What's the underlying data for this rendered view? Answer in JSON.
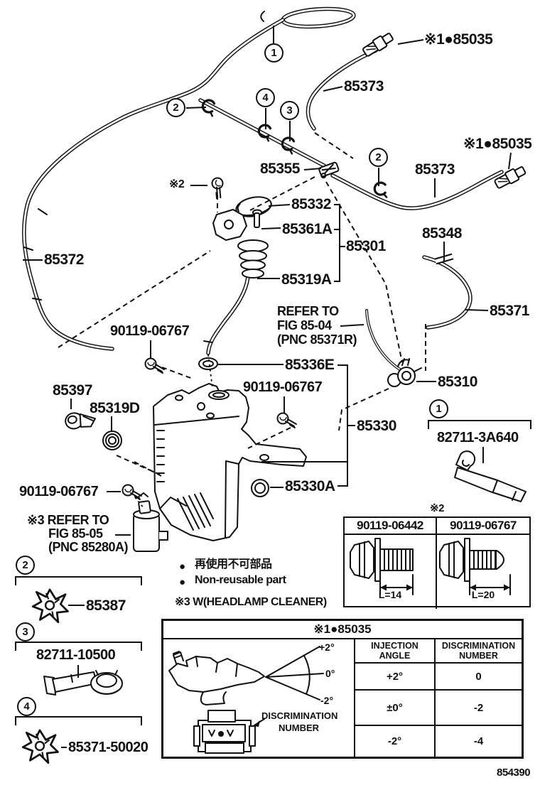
{
  "figure": {
    "code": "854390"
  },
  "callouts": {
    "c1": "1",
    "c2": "2",
    "c3": "3",
    "c4": "4"
  },
  "parts": {
    "p85035": "※1●85035",
    "p85373": "85373",
    "p85355": "85355",
    "p85332": "85332",
    "p85361A": "85361A",
    "p85301": "85301",
    "p85348": "85348",
    "p85319A": "85319A",
    "p85372": "85372",
    "p85371": "85371",
    "p90119_06767": "90119-06767",
    "p85336E": "85336E",
    "p85310": "85310",
    "p85397": "85397",
    "p85319D": "85319D",
    "p85330": "85330",
    "p85330A": "85330A",
    "p82711_3A640": "82711-3A640",
    "p85387": "85387",
    "p82711_10500": "82711-10500",
    "p85371_50020": "85371-50020",
    "marker2": "※2"
  },
  "references": {
    "fig8504": {
      "line1": "REFER TO",
      "line2": "FIG 85-04",
      "line3": "(PNC 85371R)"
    },
    "fig8505": {
      "line1": "※3 REFER TO",
      "line2": "FIG 85-05",
      "line3": "(PNC 85280A)"
    }
  },
  "legend": {
    "bullet": "●",
    "jp": "再使用不可部品",
    "en": "Non-reusable part",
    "note": "※3 W(HEADLAMP CLEANER)"
  },
  "bolt_table": {
    "marker": "※2",
    "columns": [
      {
        "part": "90119-06442",
        "length": "L=14"
      },
      {
        "part": "90119-06767",
        "length": "L=20"
      }
    ]
  },
  "injection_table": {
    "title": "※1●85035",
    "angles": [
      "+2°",
      "0°",
      "-2°"
    ],
    "pointer": {
      "line1": "DISCRIMINATION",
      "line2": "NUMBER"
    },
    "headers": {
      "col1_line1": "INJECTION",
      "col1_line2": "ANGLE",
      "col2_line1": "DISCRIMINATION",
      "col2_line2": "NUMBER"
    },
    "rows": [
      {
        "angle": "+2°",
        "number": "0"
      },
      {
        "angle": "±0°",
        "number": "-2"
      },
      {
        "angle": "-2°",
        "number": "-4"
      }
    ]
  }
}
